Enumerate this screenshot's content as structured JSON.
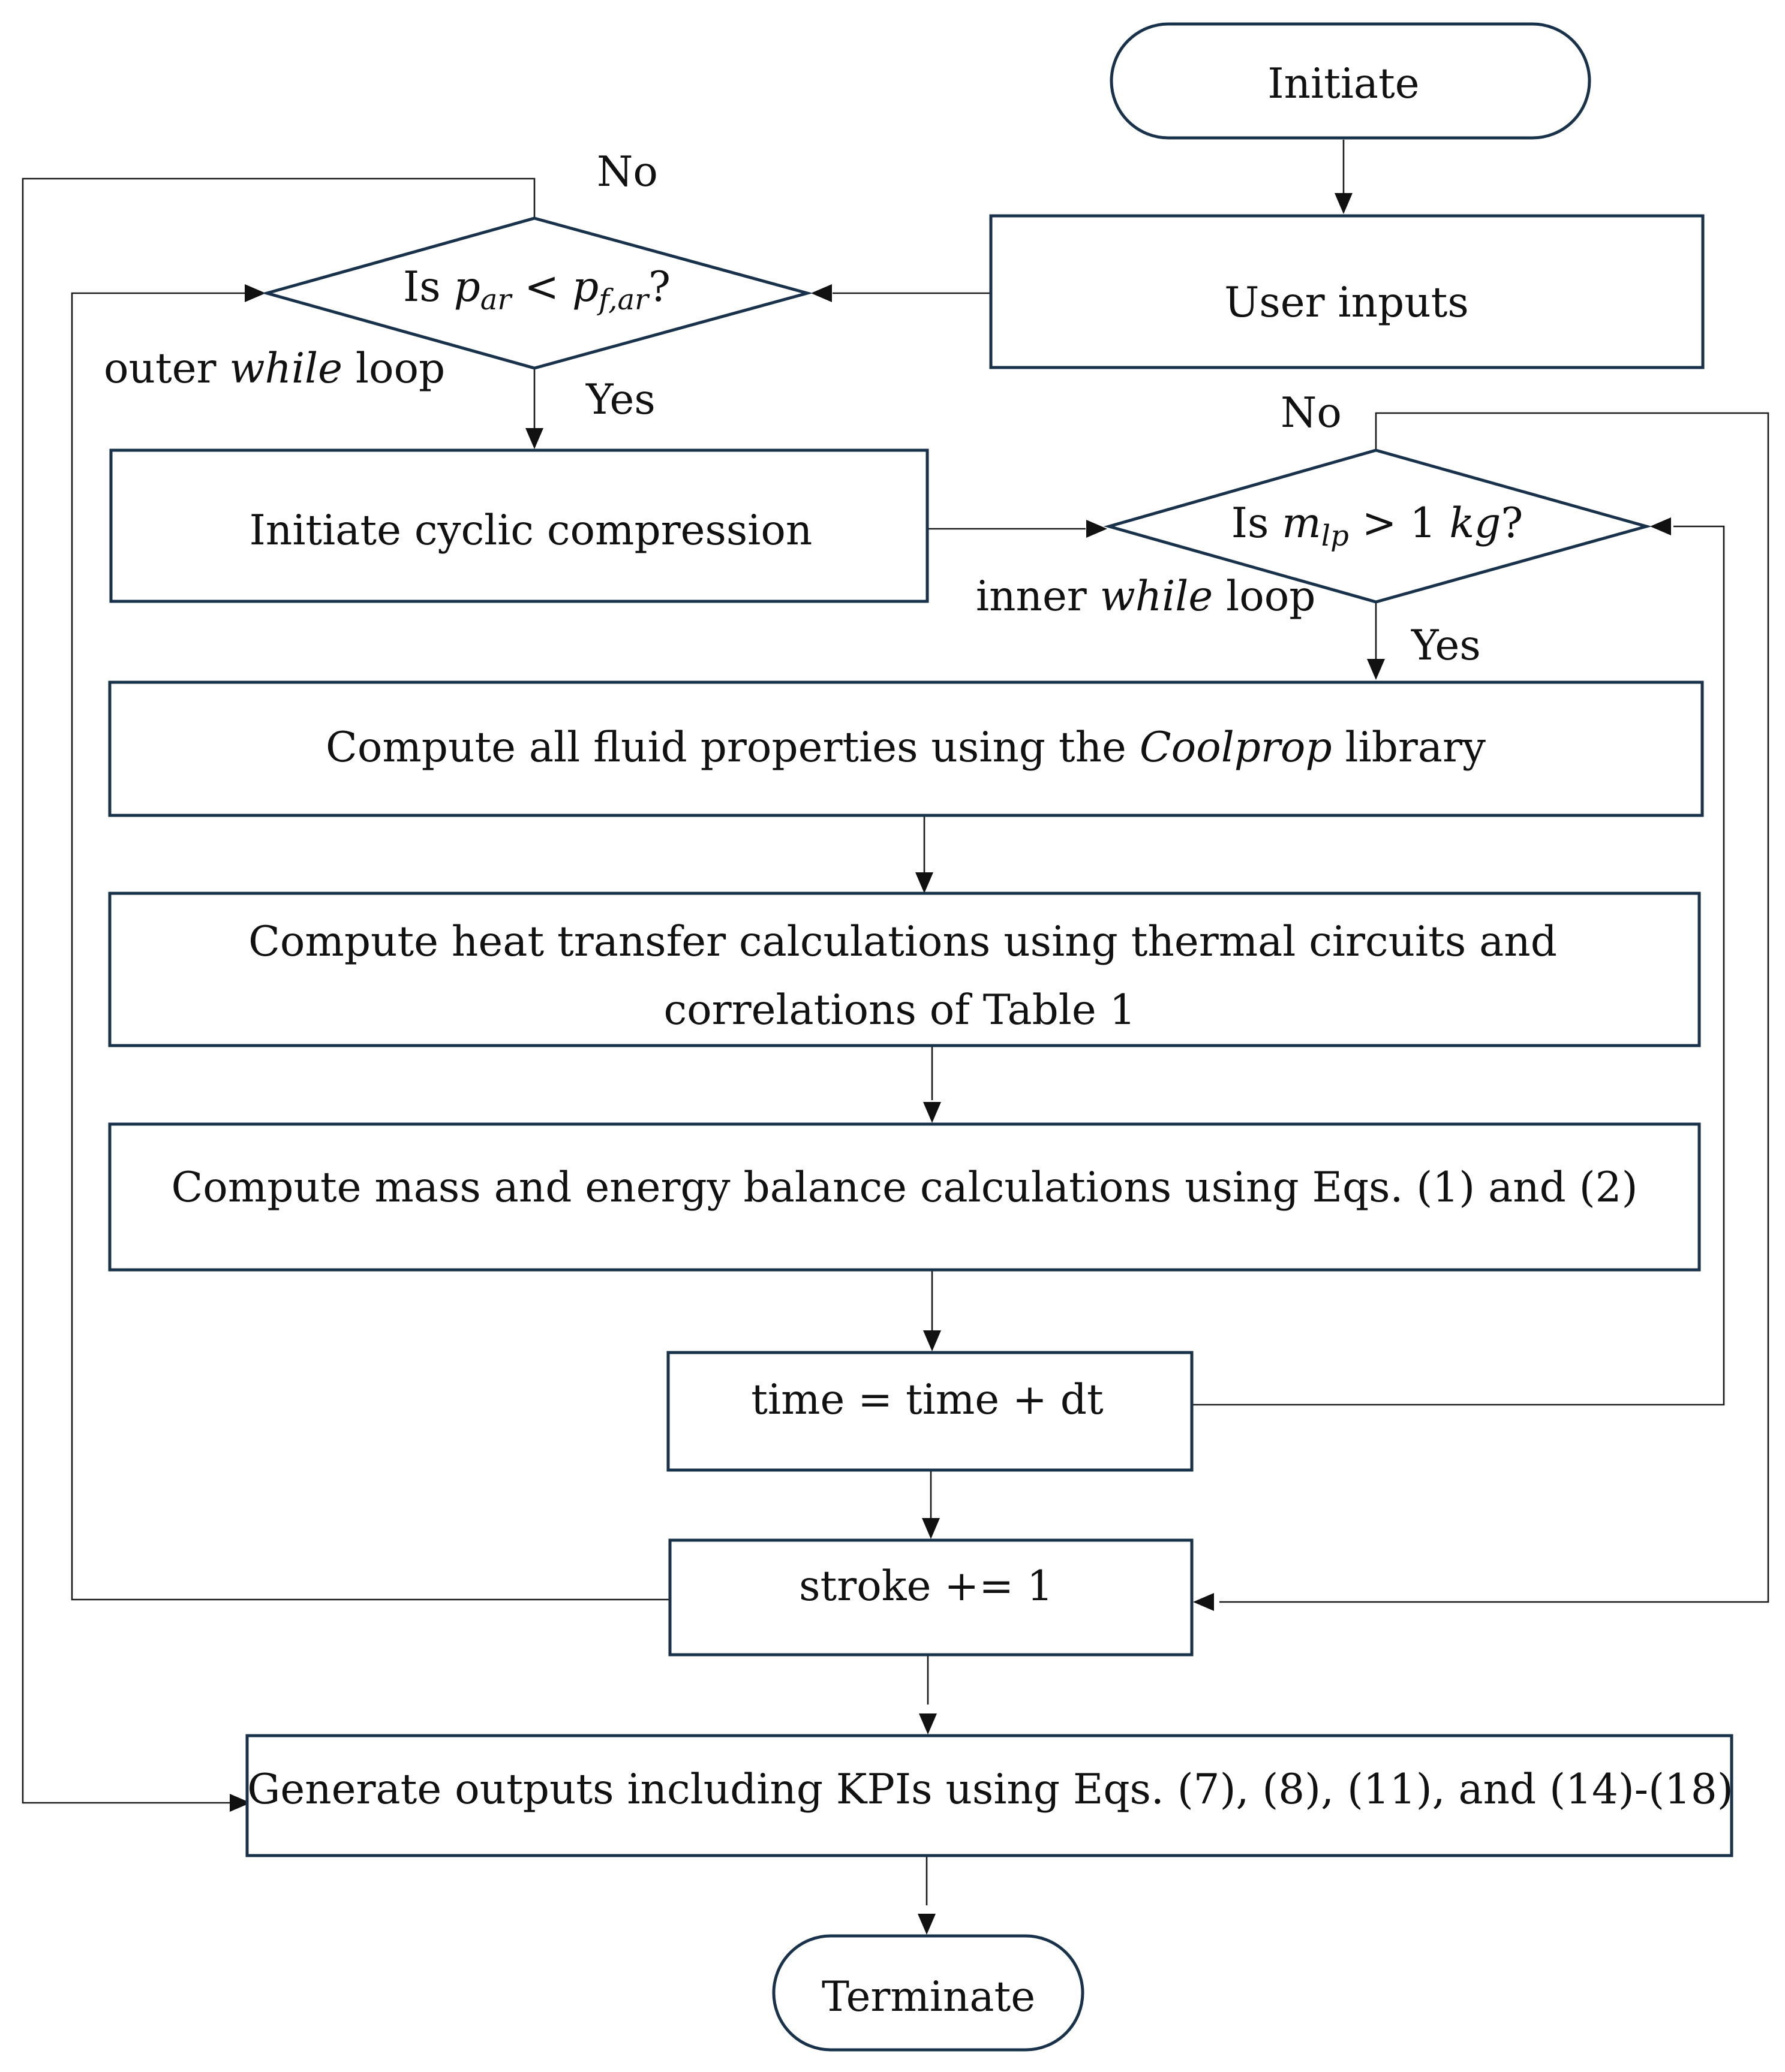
{
  "nodes": {
    "initiate": "Initiate",
    "user_inputs": "User inputs",
    "decision_outer": {
      "prefix": "Is ",
      "lhs": "p",
      "lhs_sub": "ar",
      "op": " < ",
      "rhs": "p",
      "rhs_sub": "f,ar",
      "suffix": "?"
    },
    "initiate_cyclic": "Initiate cyclic compression",
    "decision_inner": {
      "prefix": "Is ",
      "lhs": "m",
      "lhs_sub": "lp",
      "op": " > 1 ",
      "unit": "kg",
      "suffix": "?"
    },
    "compute_fluid": {
      "before": "Compute all fluid properties using the ",
      "italic": "Coolprop",
      "after": " library"
    },
    "compute_heat": {
      "line1": "Compute heat transfer calculations using thermal circuits and",
      "line2": "correlations of Table 1"
    },
    "compute_mass": "Compute mass and energy balance calculations using Eqs. (1) and (2)",
    "time_step": "time = time + dt",
    "stroke": "stroke += 1",
    "generate_outputs": "Generate outputs including KPIs using Eqs. (7), (8), (11), and (14)-(18)",
    "terminate": "Terminate"
  },
  "labels": {
    "outer_no": "No",
    "outer_yes": "Yes",
    "inner_no": "No",
    "inner_yes": "Yes",
    "outer_loop": {
      "before": "outer ",
      "italic": "while",
      "after": " loop"
    },
    "inner_loop": {
      "before": "inner ",
      "italic": "while",
      "after": " loop"
    }
  }
}
